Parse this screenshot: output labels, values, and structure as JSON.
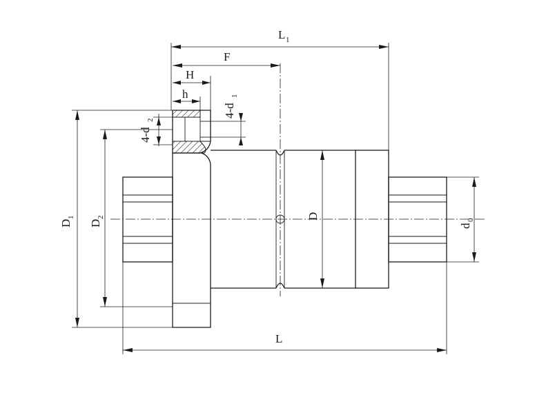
{
  "labels": {
    "L1": {
      "main": "L",
      "sub": "1"
    },
    "F": {
      "main": "F"
    },
    "H": {
      "main": "H"
    },
    "h": {
      "main": "h"
    },
    "d1": {
      "main": "4-d",
      "sub": "1"
    },
    "d2": {
      "main": "4-d",
      "sub": "2"
    },
    "D1": {
      "main": "D",
      "sub": "1"
    },
    "D2": {
      "main": "D",
      "sub": "2"
    },
    "D": {
      "main": "D"
    },
    "d0": {
      "main": "d",
      "sub": "0"
    },
    "L": {
      "main": "L"
    }
  },
  "colors": {
    "line": "#1a1a1a",
    "background": "#ffffff"
  }
}
